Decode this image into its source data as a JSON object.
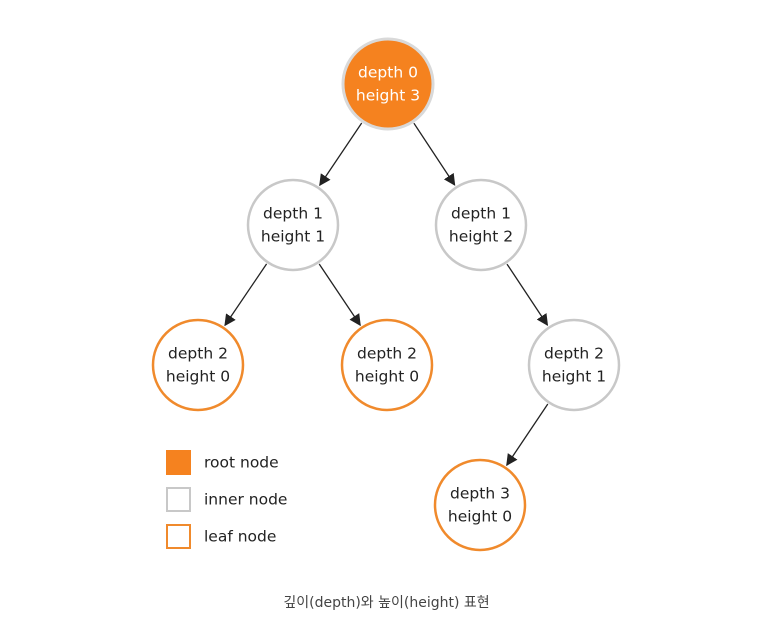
{
  "colors": {
    "root_fill": "#F5821F",
    "root_stroke": "#D9D9D9",
    "inner_stroke": "#C8C8C8",
    "leaf_stroke": "#F08A2C",
    "node_text": "#222222",
    "root_text": "#FFFFFF",
    "arrow": "#222222"
  },
  "nodes": [
    {
      "id": "n0",
      "kind": "root",
      "line1": "depth 0",
      "line2": "height 3"
    },
    {
      "id": "n1",
      "kind": "inner",
      "line1": "depth 1",
      "line2": "height 1"
    },
    {
      "id": "n2",
      "kind": "inner",
      "line1": "depth 1",
      "line2": "height 2"
    },
    {
      "id": "n3",
      "kind": "leaf",
      "line1": "depth 2",
      "line2": "height 0"
    },
    {
      "id": "n4",
      "kind": "leaf",
      "line1": "depth 2",
      "line2": "height 0"
    },
    {
      "id": "n5",
      "kind": "inner",
      "line1": "depth 2",
      "line2": "height 1"
    },
    {
      "id": "n6",
      "kind": "leaf",
      "line1": "depth 3",
      "line2": "height 0"
    }
  ],
  "edges": [
    {
      "from": "n0",
      "to": "n1"
    },
    {
      "from": "n0",
      "to": "n2"
    },
    {
      "from": "n1",
      "to": "n3"
    },
    {
      "from": "n1",
      "to": "n4"
    },
    {
      "from": "n2",
      "to": "n5"
    },
    {
      "from": "n5",
      "to": "n6"
    }
  ],
  "legend": [
    {
      "kind": "root",
      "label": "root node"
    },
    {
      "kind": "inner",
      "label": "inner node"
    },
    {
      "kind": "leaf",
      "label": "leaf node"
    }
  ],
  "caption": "깊이(depth)와 높이(height) 표현"
}
